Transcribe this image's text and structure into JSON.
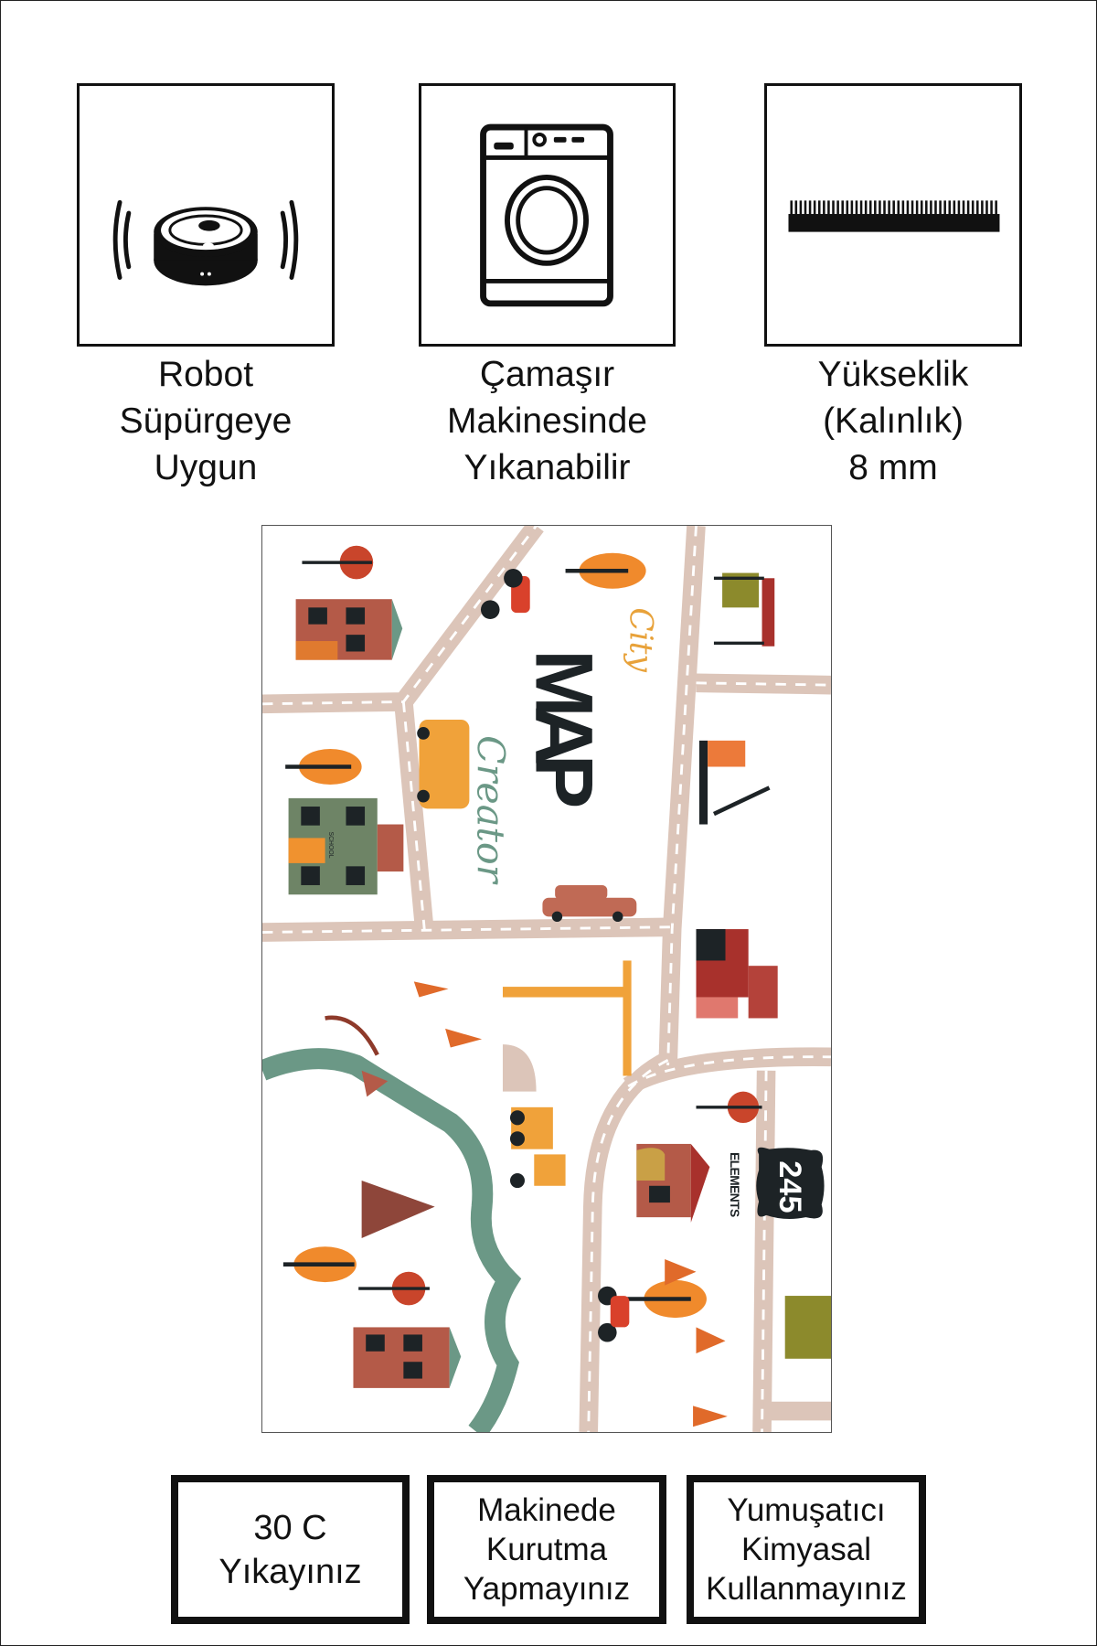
{
  "features": [
    {
      "icon": "robot-vacuum-icon",
      "label_lines": [
        "Robot",
        "Süpürgeye",
        "Uygun"
      ]
    },
    {
      "icon": "washing-machine-icon",
      "label_lines": [
        "Çamaşır",
        "Makinesinde",
        "Yıkanabilir"
      ]
    },
    {
      "icon": "pile-height-icon",
      "label_lines": [
        "Yükseklik",
        "(Kalınlık)",
        "8 mm"
      ]
    }
  ],
  "rug": {
    "title": "MAP",
    "script_top": "City",
    "script_bottom": "Creator",
    "badge_number": "245",
    "badge_text": "ELEMENTS",
    "school_sign": "SCHOOL"
  },
  "care": [
    {
      "lines": [
        "30 C",
        "Yıkayınız"
      ]
    },
    {
      "lines": [
        "Makinede",
        "Kurutma",
        "Yapmayınız"
      ]
    },
    {
      "lines": [
        "Yumuşatıcı",
        "Kimyasal",
        "Kullanmayınız"
      ]
    }
  ],
  "colors": {
    "road": "#dcc5b9",
    "river": "#6b9886",
    "orange": "#f08a2c",
    "brick": "#b45a48",
    "dark": "#1d2326"
  }
}
